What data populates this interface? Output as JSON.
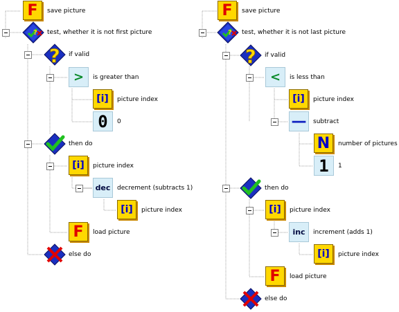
{
  "colors": {
    "tile_yellow": "#ffd800",
    "tile_cyan": "#d8eef8",
    "red_letter": "#e00000",
    "blue_letter": "#0000c8",
    "check_green": "#20a020",
    "diamond_blue": "#1a2fc0",
    "cross_red": "#e00000"
  },
  "left_tree": {
    "save": "save picture",
    "test": "test, whether it is not first picture",
    "if_valid": "if valid",
    "greater": {
      "symbol": ">",
      "label": "is greater than"
    },
    "index_a": {
      "symbol": "[i]",
      "label": "picture index"
    },
    "zero": {
      "symbol": "0",
      "label": "0"
    },
    "then_do": "then do",
    "index_b": {
      "symbol": "[i]",
      "label": "picture index"
    },
    "dec": {
      "symbol": "dec",
      "label": "decrement (subtracts 1)"
    },
    "index_c": {
      "symbol": "[i]",
      "label": "picture index"
    },
    "load": {
      "symbol": "F",
      "label": "load picture"
    },
    "else_do": "else do"
  },
  "right_tree": {
    "save": "save picture",
    "test": "test, whether it is not last picture",
    "if_valid": "if valid",
    "less": {
      "symbol": "<",
      "label": "is less than"
    },
    "index_a": {
      "symbol": "[i]",
      "label": "picture index"
    },
    "subtract": {
      "symbol": "—",
      "label": "subtract"
    },
    "count": {
      "symbol": "N",
      "label": "number of pictures"
    },
    "one": {
      "symbol": "1",
      "label": "1"
    },
    "then_do": "then do",
    "index_b": {
      "symbol": "[i]",
      "label": "picture index"
    },
    "inc": {
      "symbol": "inc",
      "label": "increment (adds 1)"
    },
    "index_c": {
      "symbol": "[i]",
      "label": "picture index"
    },
    "load": {
      "symbol": "F",
      "label": "load picture"
    },
    "else_do": "else do"
  },
  "icons": {
    "save": "F",
    "test": "condition-diamond-icon",
    "if_valid": "question-icon",
    "then_do": "checkmark-icon",
    "else_do": "red-cross-icon",
    "index": "[i]"
  }
}
